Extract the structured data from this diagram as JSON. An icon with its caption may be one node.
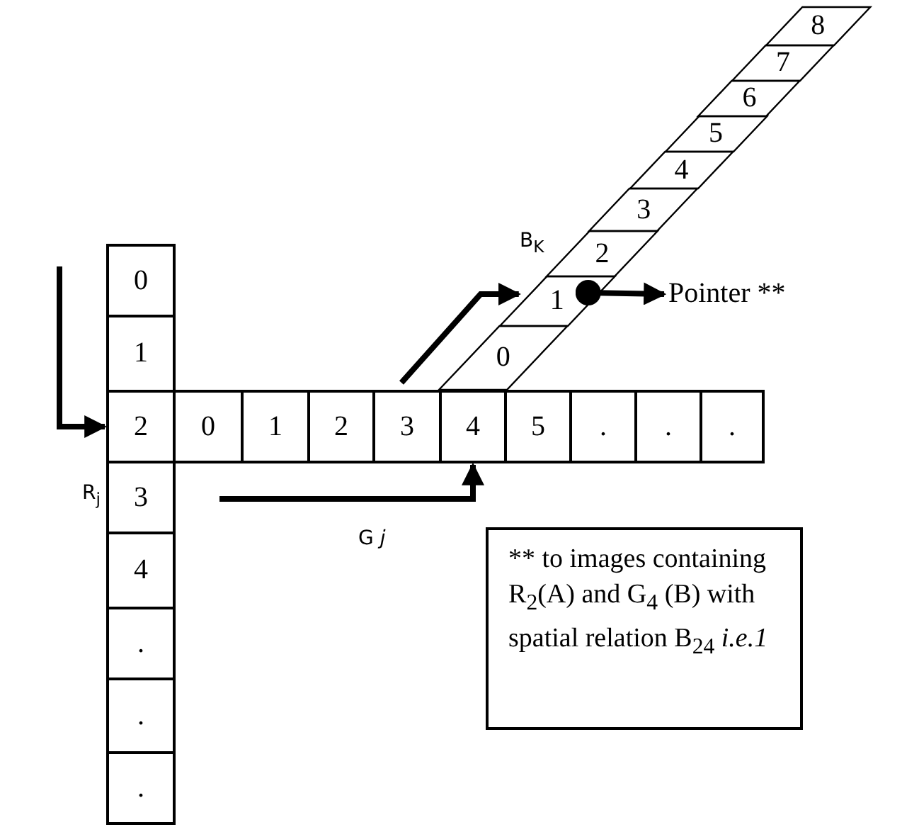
{
  "diagram": {
    "nodes": [
      {
        "text": [
          "0"
        ]
      },
      {
        "text": [
          "1"
        ]
      },
      {
        "text": [
          "2"
        ]
      },
      {
        "text": [
          "3"
        ]
      },
      {
        "text": [
          "4"
        ]
      },
      {
        "text": [
          "."
        ]
      },
      {
        "text": [
          "."
        ]
      },
      {
        "text": [
          "."
        ]
      },
      {
        "text": [
          "0"
        ]
      },
      {
        "text": [
          "1"
        ]
      },
      {
        "text": [
          "2"
        ]
      },
      {
        "text": [
          "3"
        ]
      },
      {
        "text": [
          "4"
        ]
      },
      {
        "text": [
          "5"
        ]
      },
      {
        "text": [
          "."
        ]
      },
      {
        "text": [
          "."
        ]
      },
      {
        "text": [
          "."
        ]
      },
      {
        "text": [
          "0"
        ]
      },
      {
        "text": [
          "1"
        ]
      },
      {
        "text": [
          "2"
        ]
      },
      {
        "text": [
          "3"
        ]
      },
      {
        "text": [
          "4"
        ]
      },
      {
        "text": [
          "5"
        ]
      },
      {
        "text": [
          "6"
        ]
      },
      {
        "text": [
          "7"
        ]
      },
      {
        "text": [
          "8"
        ]
      },
      {
        "text": [
          "Pointer **"
        ]
      },
      {
        "text": [
          "** to images containing R$_{2}$(A) and G$_{4}$ (B) with spatial relation B$_{24}$ *i.e.1*"
        ]
      }
    ],
    "edges": [
      {
        "from": null,
        "to": 2,
        "arrow": "to"
      },
      {
        "from": null,
        "to": 12,
        "arrow": "to"
      },
      {
        "from": 11,
        "to": 18,
        "arrow": "to"
      },
      {
        "from": 18,
        "to": 26,
        "arrow": "to"
      }
    ],
    "labels": [
      "B$_{K}$",
      "R$_{j}$",
      "G *j*"
    ]
  }
}
